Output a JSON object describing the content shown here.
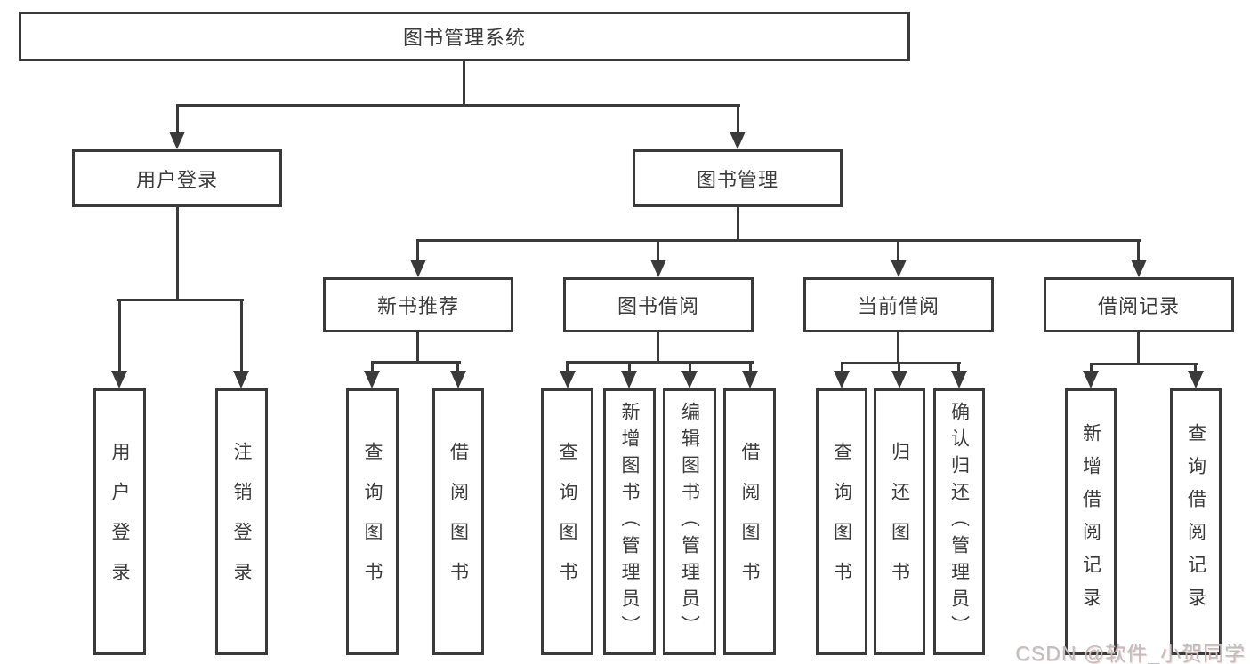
{
  "tree": {
    "root": {
      "label": "图书管理系统",
      "children": [
        {
          "label": "用户登录",
          "children": [
            {
              "label": "用户登录"
            },
            {
              "label": "注销登录"
            }
          ]
        },
        {
          "label": "图书管理",
          "children": [
            {
              "label": "新书推荐",
              "children": [
                {
                  "label": "查询图书"
                },
                {
                  "label": "借阅图书"
                }
              ]
            },
            {
              "label": "图书借阅",
              "children": [
                {
                  "label": "查询图书"
                },
                {
                  "label": "新增图书（管理员）"
                },
                {
                  "label": "编辑图书（管理员）"
                },
                {
                  "label": "借阅图书"
                }
              ]
            },
            {
              "label": "当前借阅",
              "children": [
                {
                  "label": "查询图书"
                },
                {
                  "label": "归还图书"
                },
                {
                  "label": "确认归还（管理员）"
                }
              ]
            },
            {
              "label": "借阅记录",
              "children": [
                {
                  "label": "新增借阅记录"
                },
                {
                  "label": "查询借阅记录"
                }
              ]
            }
          ]
        }
      ]
    }
  },
  "watermark": {
    "text": "CSDN @软件_小贺同学"
  },
  "colors": {
    "line": "#3a3a3a",
    "box_border": "#3a3a3a",
    "text": "#3b3b3b",
    "watermark_text": "#bcbec2",
    "background": "#ffffff"
  }
}
